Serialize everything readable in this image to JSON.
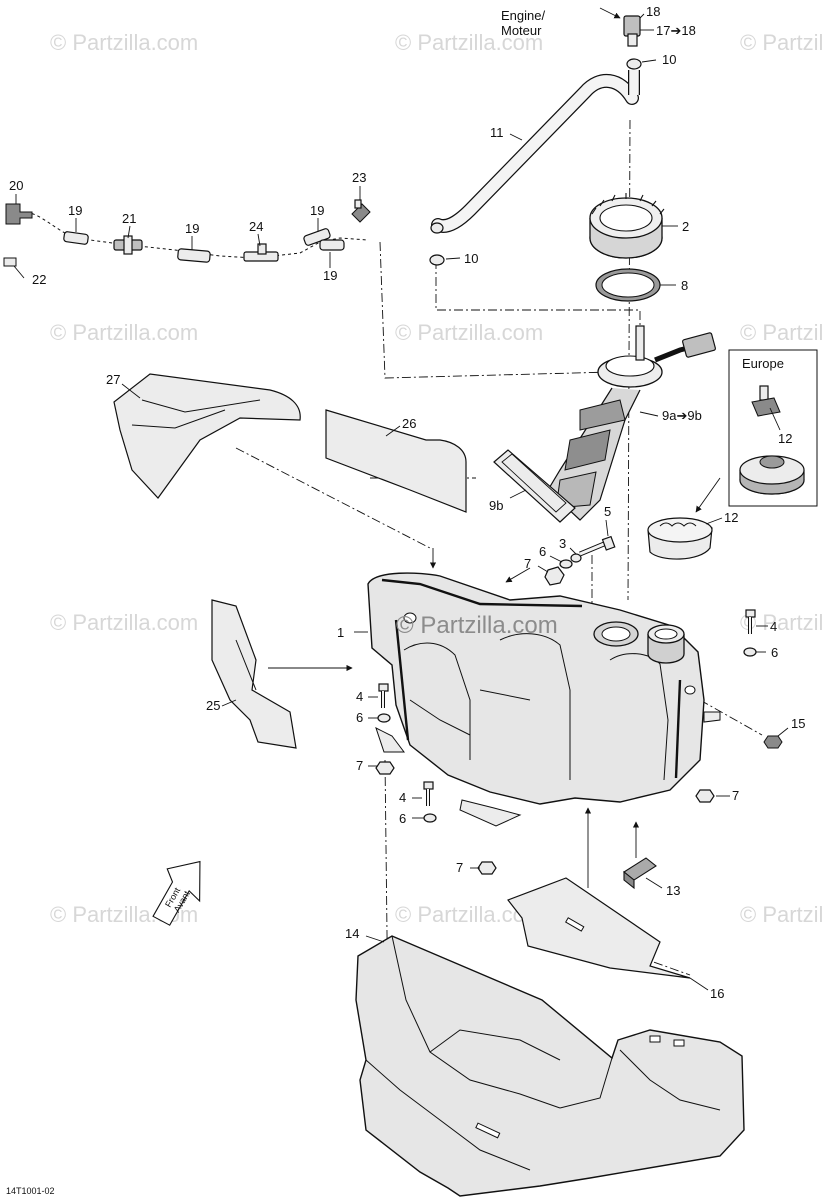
{
  "watermarks": {
    "brand": "© Partzilla.com",
    "center": "© Partzilla.com"
  },
  "labels": {
    "engine": "Engine/",
    "moteur": "Moteur",
    "europe": "Europe",
    "front": "Front",
    "avant": "Avant",
    "drawing_code": "14T1001-02"
  },
  "callouts": {
    "c18": "18",
    "c17_18": "17➔18",
    "c10a": "10",
    "c11": "11",
    "c2": "2",
    "c10b": "10",
    "c8": "8",
    "c20": "20",
    "c19a": "19",
    "c21": "21",
    "c19b": "19",
    "c24": "24",
    "c19c": "19",
    "c23": "23",
    "c19d": "19",
    "c22": "22",
    "c27": "27",
    "c26": "26",
    "c9a9b": "9a➔9b",
    "c9b": "9b",
    "c12a": "12",
    "c12b": "12",
    "c5": "5",
    "c3": "3",
    "c6a": "6",
    "c7a": "7",
    "c1": "1",
    "c4a": "4",
    "c6b": "6",
    "c25": "25",
    "c4b": "4",
    "c6c": "6",
    "c7b": "7",
    "c15": "15",
    "c4c": "4",
    "c6d": "6",
    "c7c": "7",
    "c7d": "7",
    "c13": "13",
    "c14": "14",
    "c16": "16"
  }
}
